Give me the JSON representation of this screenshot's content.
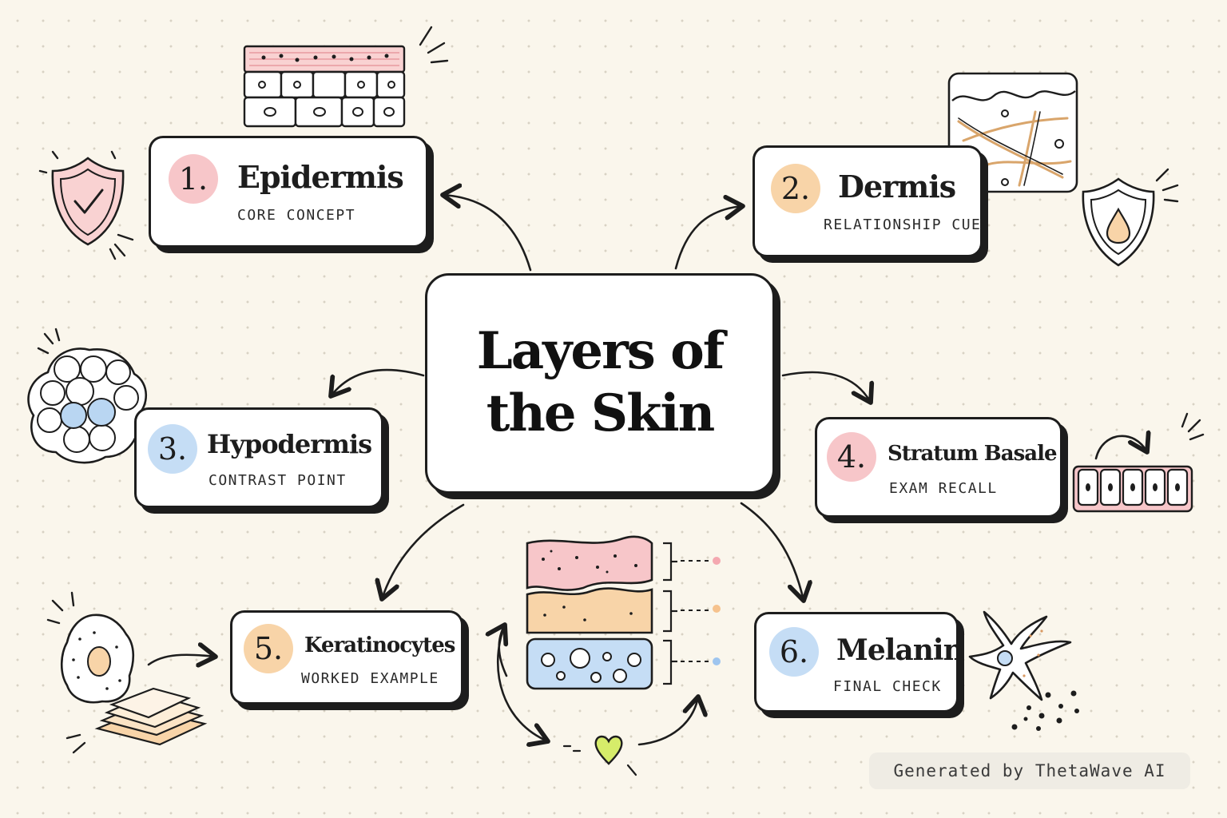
{
  "center": {
    "title_line1": "Layers of",
    "title_line2": "the Skin"
  },
  "nodes": [
    {
      "number": "1.",
      "title": "Epidermis",
      "subtitle": "CORE CONCEPT",
      "color": "#f7c6c9"
    },
    {
      "number": "2.",
      "title": "Dermis",
      "subtitle": "RELATIONSHIP CUE",
      "color": "#f8d4a8"
    },
    {
      "number": "3.",
      "title": "Hypodermis",
      "subtitle": "CONTRAST POINT",
      "color": "#c5ddf5"
    },
    {
      "number": "4.",
      "title": "Stratum Basale",
      "subtitle": "EXAM RECALL",
      "color": "#f7c6c9"
    },
    {
      "number": "5.",
      "title": "Keratinocytes",
      "subtitle": "WORKED EXAMPLE",
      "color": "#f8d4a8"
    },
    {
      "number": "6.",
      "title": "Melanin",
      "subtitle": "FINAL CHECK",
      "color": "#c5ddf5"
    }
  ],
  "highlight_color": "#d6ec6a",
  "watermark": "Generated by ThetaWave AI"
}
